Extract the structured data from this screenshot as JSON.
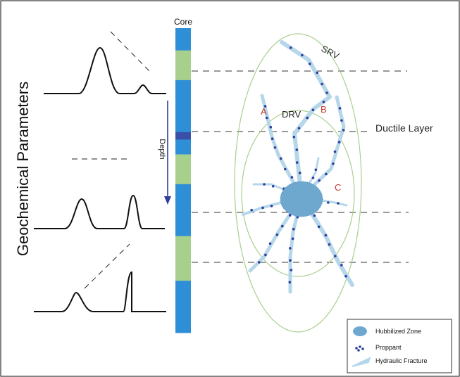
{
  "labels": {
    "core": "Core",
    "srv": "SRV",
    "drv": "DRV",
    "ductile": "Ductile Layer",
    "depth": "Depth",
    "geochem": "Geochemical Parameters",
    "a": "A",
    "b": "B",
    "c": "C"
  },
  "legend": {
    "hubbilized": "Hubbilized Zone",
    "proppant": "Proppant",
    "fracture": "Hydraulic Fracture"
  },
  "colors": {
    "core_blue": "#2f8fd6",
    "core_green": "#a8d08d",
    "core_dark": "#3a4fa8",
    "fracture": "#b6d7ea",
    "proppant": "#2d3f9e",
    "hub_zone": "#6fa8cf",
    "ellipse": "#a9cf8f",
    "label_red": "#c0392b",
    "arrow": "#2f3f9a"
  },
  "core_segments": [
    {
      "kind": "blue",
      "units": 3
    },
    {
      "kind": "green",
      "units": 4
    },
    {
      "kind": "blue",
      "units": 7
    },
    {
      "kind": "dark",
      "units": 1
    },
    {
      "kind": "blue",
      "units": 2
    },
    {
      "kind": "green",
      "units": 4
    },
    {
      "kind": "blue",
      "units": 7
    },
    {
      "kind": "green",
      "units": 6
    },
    {
      "kind": "blue",
      "units": 7
    }
  ]
}
